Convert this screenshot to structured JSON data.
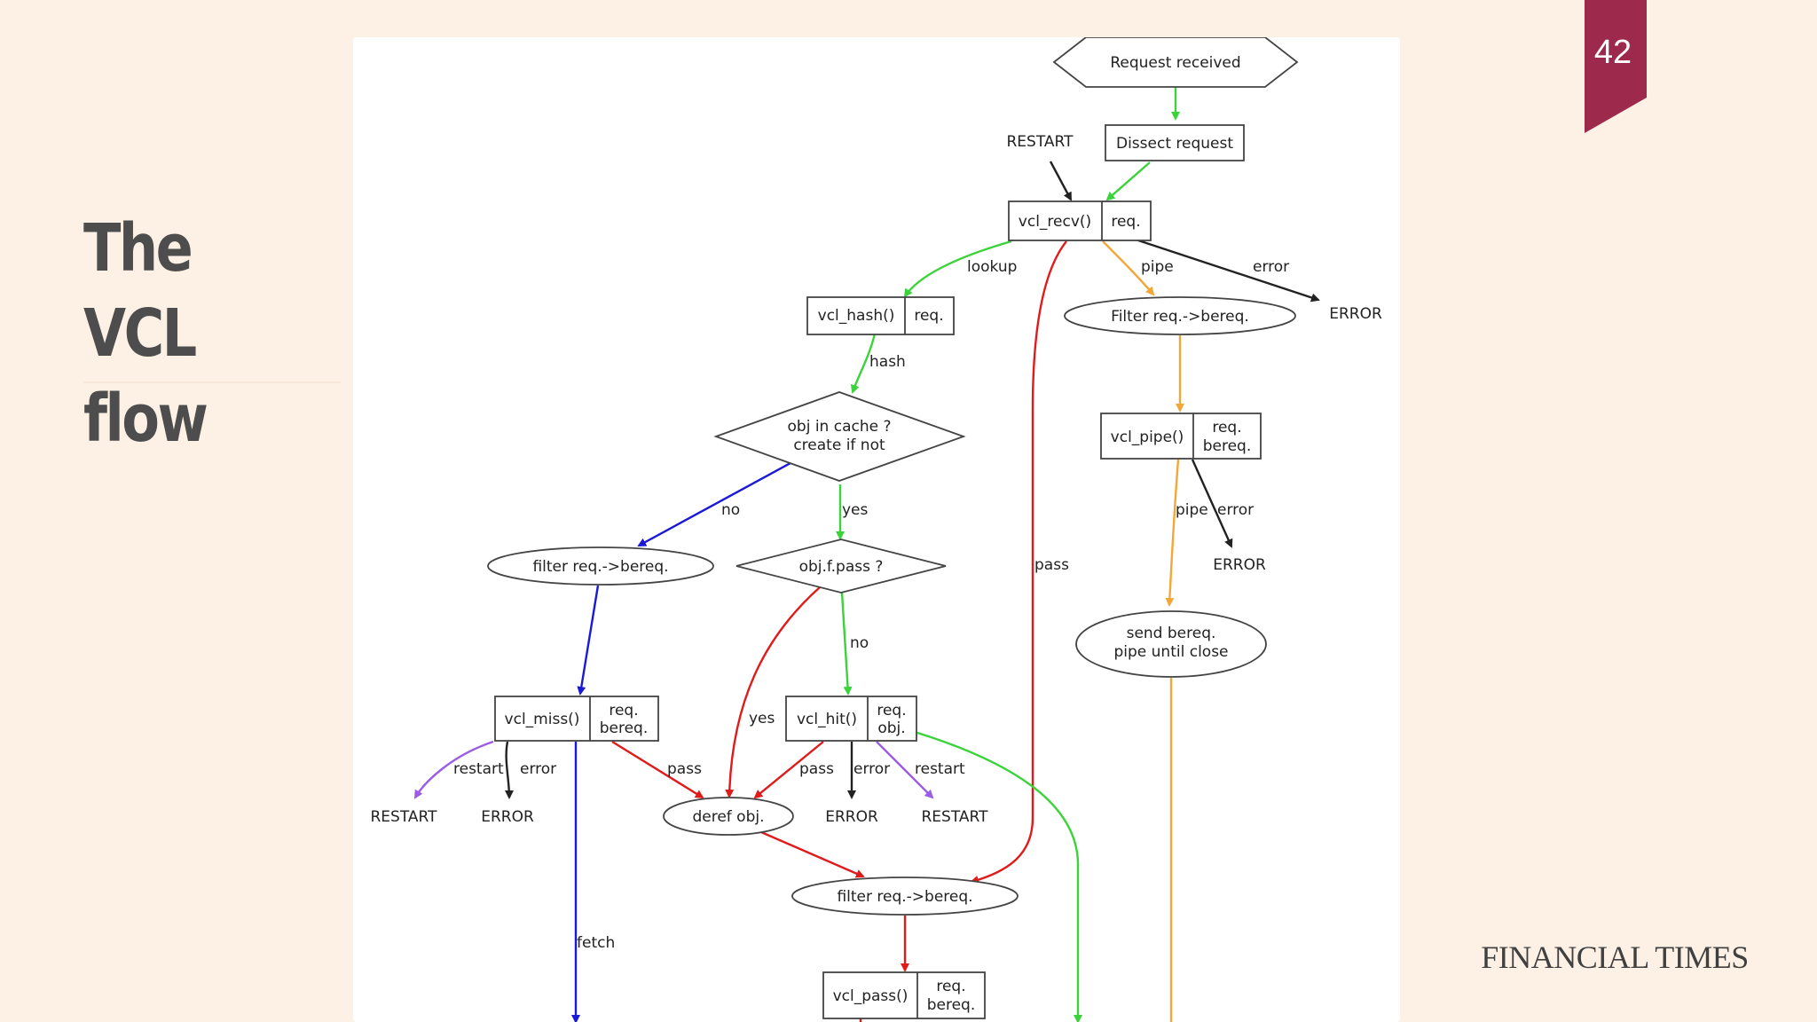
{
  "slide": {
    "title_line1": "The VCL",
    "title_line2": "flow",
    "page_number": "42",
    "brand": "FINANCIAL TIMES",
    "colors": {
      "background": "#fdf1e6",
      "page_tab": "#9d2a4c",
      "title_text": "#4d4d4d"
    }
  },
  "diagram": {
    "nodes": {
      "request_received": "Request received",
      "dissect_request": "Dissect request",
      "vcl_recv": "vcl_recv()",
      "vcl_recv_req": "req.",
      "vcl_hash": "vcl_hash()",
      "vcl_hash_req": "req.",
      "obj_in_cache_line1": "obj in cache ?",
      "obj_in_cache_line2": "create if not",
      "filter_pipe": "Filter req.->bereq.",
      "vcl_pipe": "vcl_pipe()",
      "vcl_pipe_req": "req.",
      "vcl_pipe_bereq": "bereq.",
      "send_bereq_line1": "send bereq.",
      "send_bereq_line2": "pipe until close",
      "filter_miss": "filter req.->bereq.",
      "obj_f_pass": "obj.f.pass ?",
      "vcl_miss": "vcl_miss()",
      "vcl_miss_req": "req.",
      "vcl_miss_bereq": "bereq.",
      "vcl_hit": "vcl_hit()",
      "vcl_hit_req": "req.",
      "vcl_hit_obj": "obj.",
      "deref_obj": "deref obj.",
      "filter_pass": "filter req.->bereq.",
      "vcl_pass": "vcl_pass()",
      "vcl_pass_req": "req.",
      "vcl_pass_bereq": "bereq."
    },
    "terminals": {
      "restart_top": "RESTART",
      "error_recv": "ERROR",
      "error_pipe": "ERROR",
      "restart_miss": "RESTART",
      "error_miss": "ERROR",
      "error_hit": "ERROR",
      "restart_hit": "RESTART"
    },
    "edge_labels": {
      "lookup": "lookup",
      "pipe_recv": "pipe",
      "error_recv": "error",
      "hash": "hash",
      "pipe_pipe": "pipe",
      "error_pipe": "error",
      "no_cache": "no",
      "yes_cache": "yes",
      "pass_recv": "pass",
      "no_pass": "no",
      "yes_pass": "yes",
      "restart_miss": "restart",
      "error_miss": "error",
      "pass_miss": "pass",
      "pass_hit": "pass",
      "error_hit": "error",
      "restart_hit": "restart",
      "fetch": "fetch"
    },
    "edge_colors": {
      "green": "#3ad43a",
      "red": "#e01b1b",
      "blue": "#1a1ad6",
      "orange": "#f2a838",
      "purple": "#9b5de5",
      "black": "#222222"
    }
  }
}
